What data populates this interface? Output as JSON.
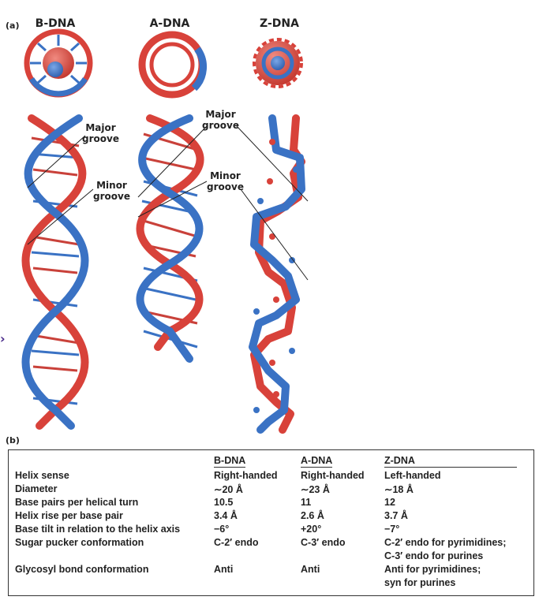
{
  "panel_a_label": "(a)",
  "panel_b_label": "(b)",
  "forms": [
    {
      "name": "B-DNA"
    },
    {
      "name": "A-DNA"
    },
    {
      "name": "Z-DNA"
    }
  ],
  "callouts": {
    "b_major": "Major\ngroove",
    "b_minor": "Minor\ngroove",
    "a_major": "Major\ngroove",
    "a_minor": "Minor\ngroove"
  },
  "colors": {
    "strand_red": "#d8423a",
    "strand_blue": "#3a72c4",
    "text": "#222222"
  },
  "table": {
    "columns": [
      "B-DNA",
      "A-DNA",
      "Z-DNA"
    ],
    "rows": [
      {
        "label": "Helix sense",
        "b": "Right-handed",
        "a": "Right-handed",
        "z": "Left-handed"
      },
      {
        "label": "Diameter",
        "b": "∼20 Å",
        "a": "∼23 Å",
        "z": "∼18 Å"
      },
      {
        "label": "Base pairs per helical turn",
        "b": "10.5",
        "a": "11",
        "z": "12"
      },
      {
        "label": "Helix rise per base pair",
        "b": "3.4 Å",
        "a": "2.6 Å",
        "z": "3.7 Å"
      },
      {
        "label": "Base tilt in relation to the helix axis",
        "b": "−6°",
        "a": "+20°",
        "z": "−7°"
      },
      {
        "label": "Sugar pucker conformation",
        "b": "C-2′ endo",
        "a": "C-3′ endo",
        "z": "C-2′ endo for pyrimidines;",
        "z2": "C-3′ endo for purines"
      },
      {
        "label": "Glycosyl bond conformation",
        "b": "Anti",
        "a": "Anti",
        "z": "Anti for pyrimidines;",
        "z2": "syn for purines"
      }
    ]
  }
}
